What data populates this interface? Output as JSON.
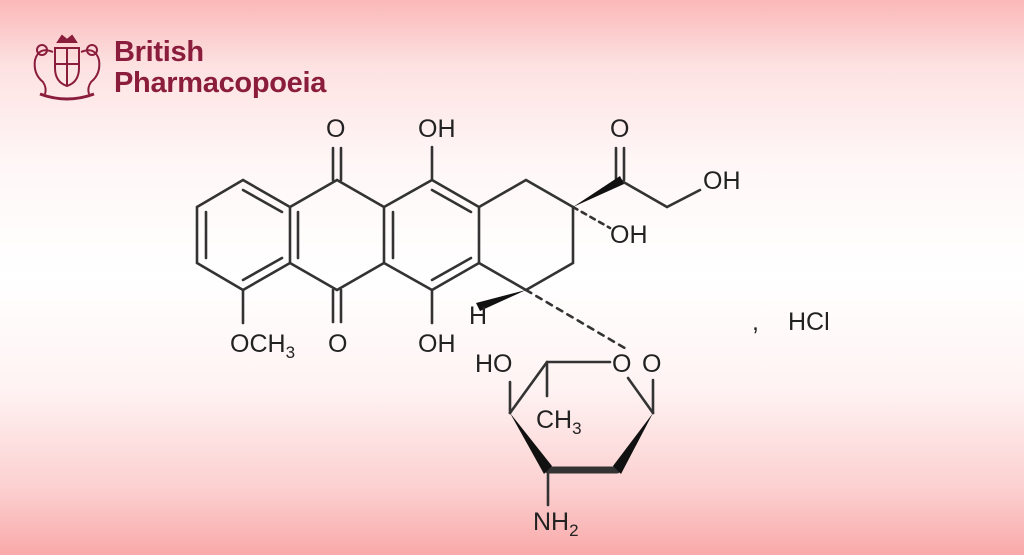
{
  "logo": {
    "line1": "British",
    "line2": "Pharmacopoeia",
    "emblem": "royal-coat-of-arms",
    "color": "#8a1c3c"
  },
  "structure": {
    "labels": {
      "o_top": "O",
      "oh_top": "OH",
      "o_ketone": "O",
      "oh_side": "OH",
      "oh_tertiary": "OH",
      "h": "H",
      "och3": "OCH",
      "och3_sub": "3",
      "o_bottom": "O",
      "oh_bottom": "OH",
      "ho_sugar": "HO",
      "o_ring": "O",
      "o_glyco": "O",
      "ch3": "CH",
      "ch3_sub": "3",
      "nh2": "NH",
      "nh2_sub": "2",
      "comma": ",",
      "salt": "HCl"
    }
  }
}
